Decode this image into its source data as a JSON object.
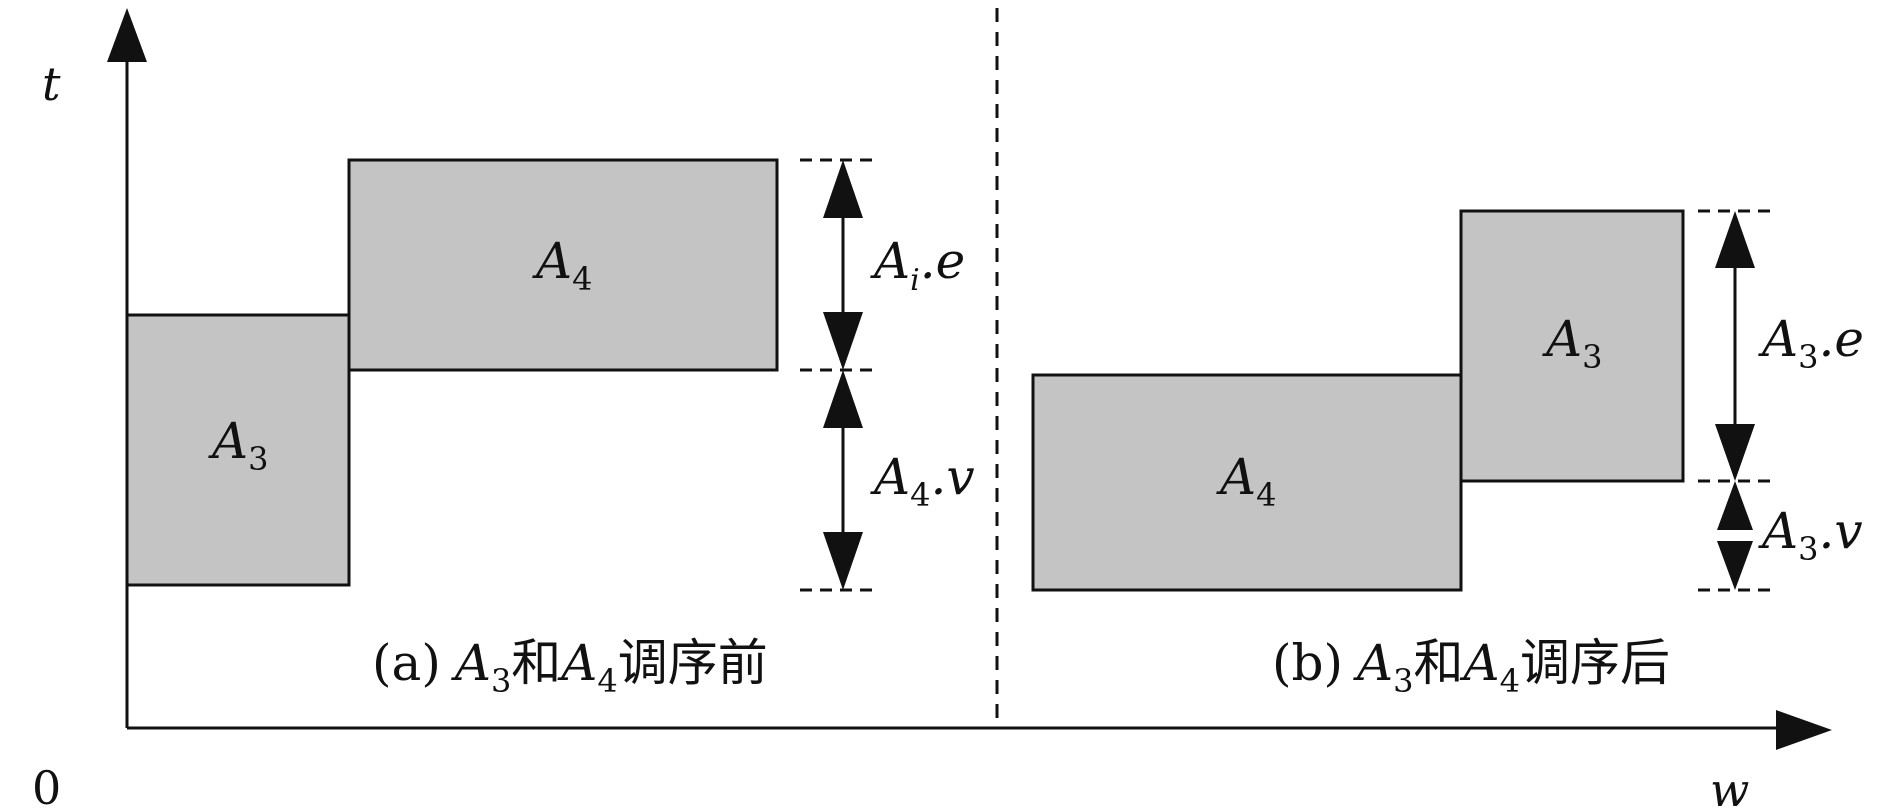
{
  "axes": {
    "y_label": "t",
    "x_label": "w",
    "origin_label": "0"
  },
  "panel_a": {
    "caption_prefix": "(a)",
    "caption_m1": "A",
    "caption_m1_sub": "3",
    "caption_join": "和",
    "caption_m2": "A",
    "caption_m2_sub": "4",
    "caption_tail": "调序前",
    "block_lower": {
      "main": "A",
      "sub": "3"
    },
    "block_upper": {
      "main": "A",
      "sub": "4"
    },
    "dim_upper": {
      "main": "A",
      "sub": "i",
      "suffix": ".e"
    },
    "dim_lower": {
      "main": "A",
      "sub": "4",
      "suffix": ".v"
    }
  },
  "panel_b": {
    "caption_prefix": "(b)",
    "caption_m1": "A",
    "caption_m1_sub": "3",
    "caption_join": "和",
    "caption_m2": "A",
    "caption_m2_sub": "4",
    "caption_tail": "调序后",
    "block_lower": {
      "main": "A",
      "sub": "4"
    },
    "block_upper": {
      "main": "A",
      "sub": "3"
    },
    "dim_upper": {
      "main": "A",
      "sub": "3",
      "suffix": ".e"
    },
    "dim_lower": {
      "main": "A",
      "sub": "3",
      "suffix": ".v"
    }
  },
  "colors": {
    "block_fill": "#c4c4c4",
    "stroke": "#111111"
  }
}
